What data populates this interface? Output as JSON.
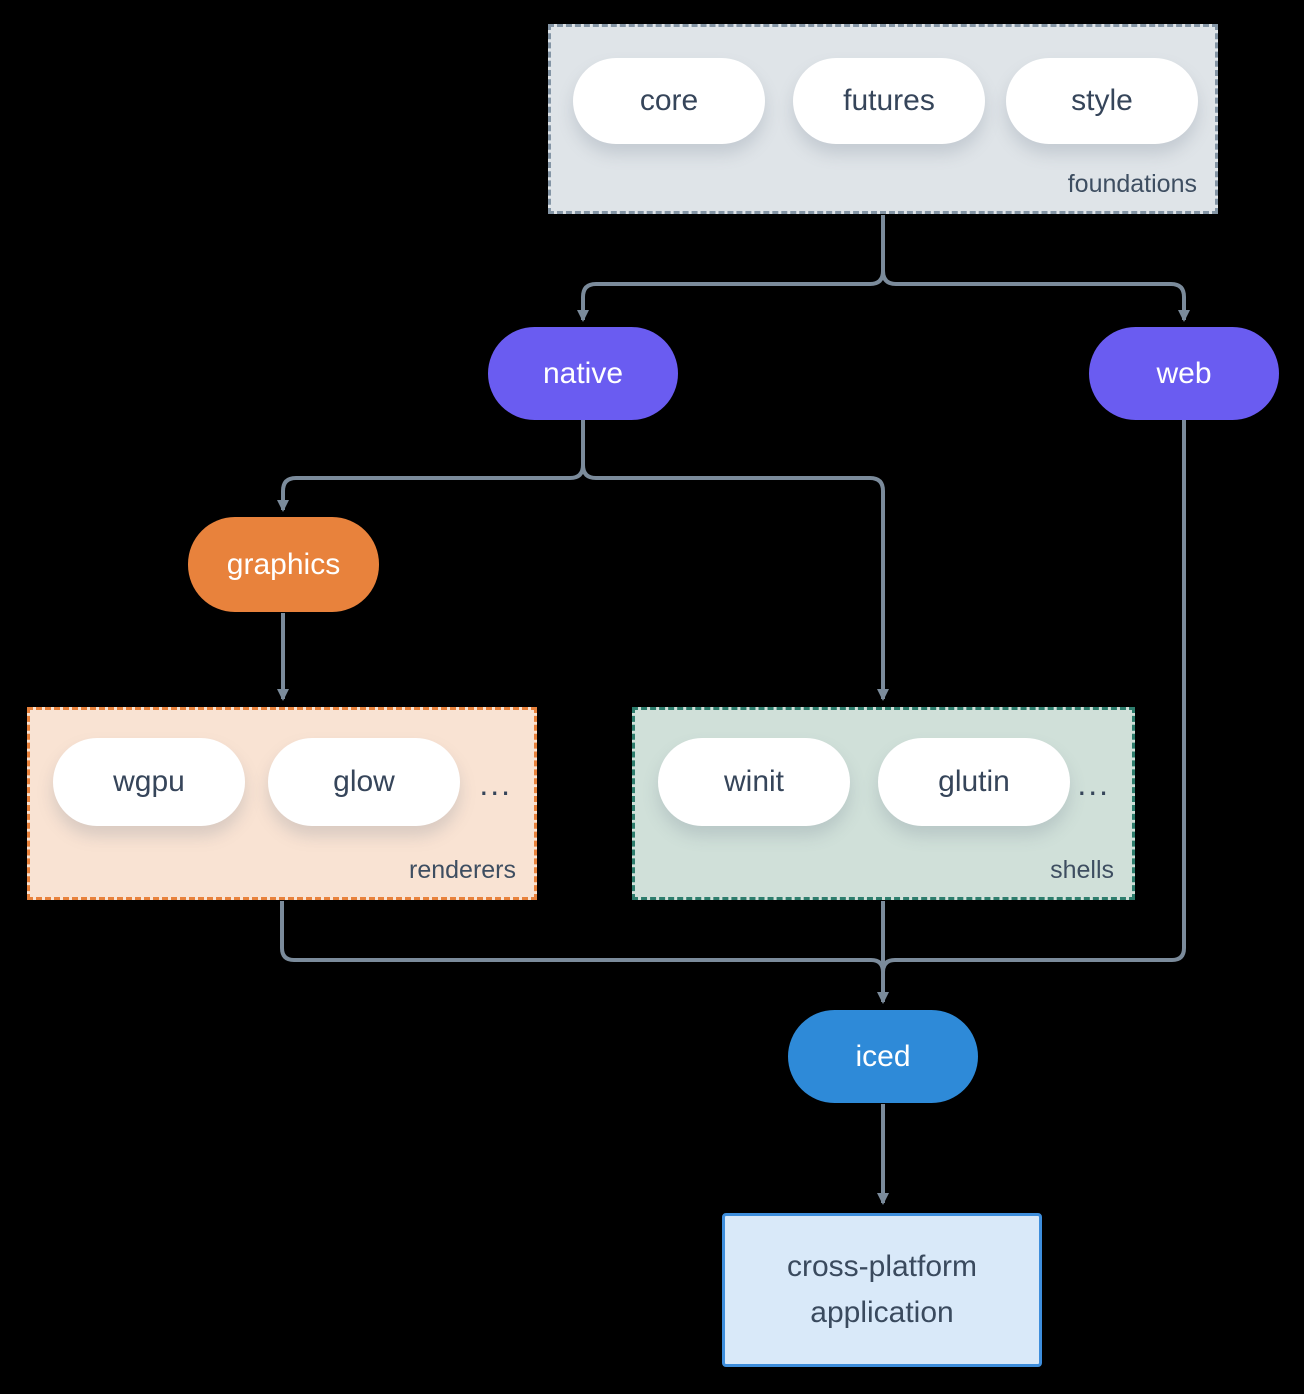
{
  "diagram": {
    "title_implicit": "iced crate architecture",
    "colors": {
      "background": "#000000",
      "connector": "#7b8b9b",
      "purple_node": "#6a5cf1",
      "orange_node": "#e8823c",
      "blue_node": "#2e8ad8",
      "foundations_fill": "#dfe4e8",
      "foundations_border": "#8495a5",
      "renderers_fill": "#f9e3d3",
      "renderers_border": "#e8823c",
      "shells_fill": "#d0e0d9",
      "shells_border": "#2e7d6d",
      "app_fill": "#d9e9f9",
      "app_border": "#3e8edc",
      "dark_text": "#36455a"
    },
    "groups": {
      "foundations": {
        "label": "foundations",
        "items": [
          "core",
          "futures",
          "style"
        ]
      },
      "renderers": {
        "label": "renderers",
        "items": [
          "wgpu",
          "glow"
        ],
        "ellipsis": "..."
      },
      "shells": {
        "label": "shells",
        "items": [
          "winit",
          "glutin"
        ],
        "ellipsis": "..."
      }
    },
    "nodes": {
      "native": {
        "label": "native"
      },
      "web": {
        "label": "web"
      },
      "graphics": {
        "label": "graphics"
      },
      "iced": {
        "label": "iced"
      },
      "app": {
        "label": "cross-platform application"
      }
    },
    "edges": [
      {
        "from": "foundations",
        "to": "native"
      },
      {
        "from": "foundations",
        "to": "web"
      },
      {
        "from": "native",
        "to": "graphics"
      },
      {
        "from": "native",
        "to": "shells"
      },
      {
        "from": "graphics",
        "to": "renderers"
      },
      {
        "from": "renderers",
        "to": "iced"
      },
      {
        "from": "shells",
        "to": "iced"
      },
      {
        "from": "web",
        "to": "iced"
      },
      {
        "from": "iced",
        "to": "app"
      }
    ]
  }
}
